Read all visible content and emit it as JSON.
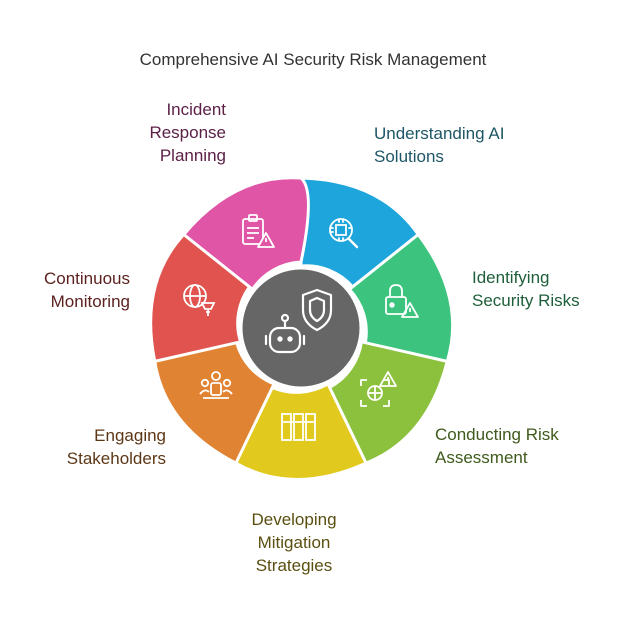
{
  "title": "Comprehensive AI Security Risk Management",
  "segments": [
    {
      "id": "understanding",
      "lines": [
        "Understanding AI",
        "Solutions"
      ],
      "color": "#1ea6dc",
      "text_color": "#1d5666",
      "icon": "chip-search-icon"
    },
    {
      "id": "identifying",
      "lines": [
        "Identifying",
        "Security Risks"
      ],
      "color": "#3cc37e",
      "text_color": "#1e5e3a",
      "icon": "lock-warning-icon"
    },
    {
      "id": "assessment",
      "lines": [
        "Conducting Risk",
        "Assessment"
      ],
      "color": "#8cc13e",
      "text_color": "#3f5a1c",
      "icon": "radar-warning-icon"
    },
    {
      "id": "mitigation",
      "lines": [
        "Developing",
        "Mitigation",
        "Strategies"
      ],
      "color": "#e2c91e",
      "text_color": "#5a4f10",
      "icon": "barrier-icon"
    },
    {
      "id": "stakeholders",
      "lines": [
        "Engaging",
        "Stakeholders"
      ],
      "color": "#e08433",
      "text_color": "#5c3716",
      "icon": "people-group-icon"
    },
    {
      "id": "monitoring",
      "lines": [
        "Continuous",
        "Monitoring"
      ],
      "color": "#e0534e",
      "text_color": "#5c2220",
      "icon": "globe-monitor-icon"
    },
    {
      "id": "incident",
      "lines": [
        "Incident",
        "Response",
        "Planning"
      ],
      "color": "#e055a6",
      "text_color": "#5c2047",
      "icon": "clipboard-warning-icon"
    }
  ],
  "center": {
    "color": "#666666",
    "icons": [
      "shield-icon",
      "robot-icon"
    ]
  }
}
